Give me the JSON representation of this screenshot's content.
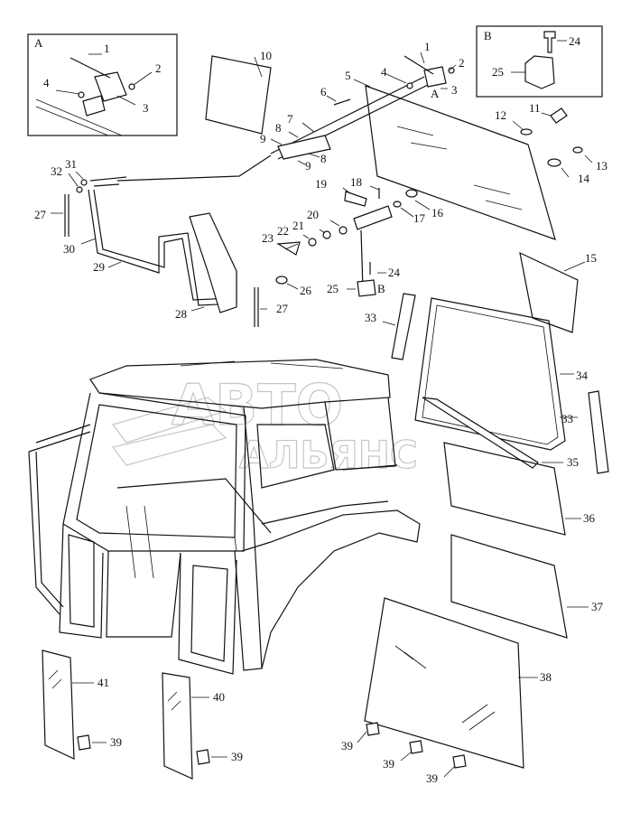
{
  "watermark": {
    "line1": "АВТО",
    "line2": "АЛЬЯНС"
  },
  "insets": {
    "a_title": "A",
    "b_title": "B"
  },
  "callouts": {
    "A_n1": "1",
    "A_n2": "2",
    "A_n3": "3",
    "A_n4": "4",
    "B_n24": "24",
    "B_n25": "25",
    "n1": "1",
    "n2": "2",
    "n3": "3",
    "n4": "4",
    "lblA": "A",
    "n5": "5",
    "n6": "6",
    "n7": "7",
    "n8a": "8",
    "n8b": "8",
    "n9a": "9",
    "n9b": "9",
    "n10": "10",
    "n11": "11",
    "n12": "12",
    "n13": "13",
    "n14": "14",
    "n15": "15",
    "n16": "16",
    "n17": "17",
    "n18": "18",
    "n19": "19",
    "n20": "20",
    "n21": "21",
    "n22": "22",
    "n23": "23",
    "n24": "24",
    "n25": "25",
    "lblB": "B",
    "n26": "26",
    "n27a": "27",
    "n27b": "27",
    "n28": "28",
    "n29": "29",
    "n30": "30",
    "n31": "31",
    "n32": "32",
    "n33a": "33",
    "n33b": "33",
    "n34": "34",
    "n35": "35",
    "n36": "36",
    "n37": "37",
    "n38": "38",
    "n39a": "39",
    "n39b": "39",
    "n39c": "39",
    "n39d": "39",
    "n39e": "39",
    "n40": "40",
    "n41": "41"
  }
}
